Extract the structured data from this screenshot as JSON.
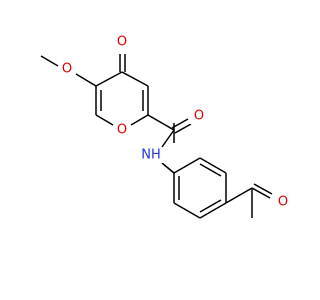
{
  "molecule": {
    "atoms": {
      "o_ketone": {
        "element": "O",
        "label": "O",
        "color": "#e00000"
      },
      "o_methoxy": {
        "element": "O",
        "label": "O",
        "color": "#e00000"
      },
      "o_ring": {
        "element": "O",
        "label": "O",
        "color": "#e00000"
      },
      "o_amide": {
        "element": "O",
        "label": "O",
        "color": "#e00000"
      },
      "n_amide": {
        "element": "N",
        "label": "NH",
        "color": "#2233dd"
      },
      "o_acetyl": {
        "element": "O",
        "label": "O",
        "color": "#e00000"
      }
    },
    "colors": {
      "carbon_bond": "#000000",
      "oxygen": "#e00000",
      "nitrogen": "#2233dd",
      "background": "#ffffff"
    }
  }
}
